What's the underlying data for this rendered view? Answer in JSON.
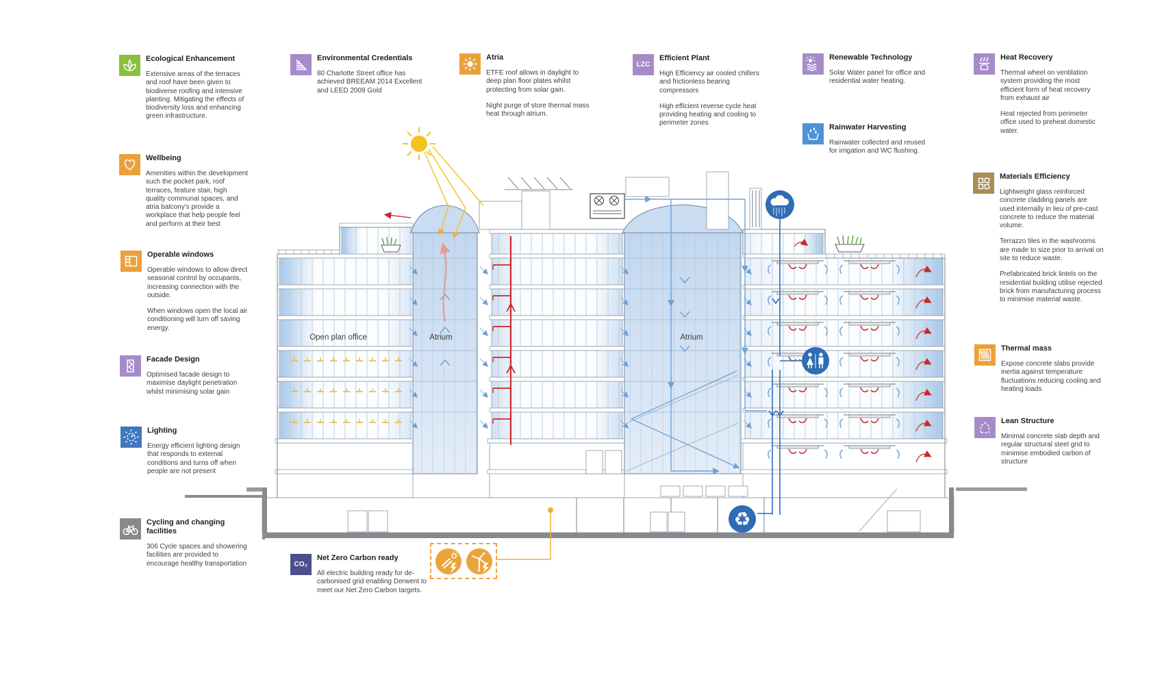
{
  "panels": {
    "ecological": {
      "title": "Ecological Enhancement",
      "p1": "Extensive areas of the terraces and roof have been given to biodiverse roofing and intensive planting. Mitigating the effects of biodiversity loss and enhancing green infrastructure."
    },
    "wellbeing": {
      "title": "Wellbeing",
      "p1": "Amenities within the development such the pocket park, roof terraces, feature stair, high quality communal spaces, and atria balcony's provide a workplace that help people feel and perform at their best"
    },
    "operable_windows": {
      "title": "Operable windows",
      "p1": "Operable windows to allow direct seasonal control by occupants, increasing connection with the outside.",
      "p2": "When windows open the local air conditioning will turn  off saving energy."
    },
    "facade_design": {
      "title": "Facade Design",
      "p1": "Optimised facade design to maximise daylight penetration whilst minimising solar gain"
    },
    "lighting": {
      "title": "Lighting",
      "p1": "Energy efficient lighting design  that responds to external conditions and turns off when people are not present"
    },
    "cycling": {
      "title": "Cycling and changing facilities",
      "p1": "306 Cycle spaces and showering facilities are provided to encourage healthy transportation"
    },
    "environmental_credentials": {
      "title": "Environmental Credentials",
      "p1": "80 Charlotte Street office has achieved BREEAM 2014 Excellent  and LEED 2009 Gold"
    },
    "atria": {
      "title": "Atria",
      "p1": "ETFE roof allows in daylight to deep plan floor plates whilst protecting from solar gain.",
      "p2": "Night purge of store thermal mass heat through atrium."
    },
    "efficient_plant": {
      "title": "Efficient Plant",
      "icon_label": "LZC",
      "p1": "High Efficiency air cooled chillers and frictionless bearing compressors",
      "p2": "High efficient reverse cycle heat  providing heating and cooling to perimeter zones"
    },
    "renewable_technology": {
      "title": "Renewable Technology",
      "p1": "Solar Water panel for office and residential water heating."
    },
    "rainwater_harvesting": {
      "title": "Rainwater Harvesting",
      "p1": "Rainwater collected and reused for irrigation and WC flushing."
    },
    "heat_recovery": {
      "title": "Heat Recovery",
      "p1": "Thermal wheel on ventilation system providing the most efficient form of heat recovery from exhaust air",
      "p2": "Heat rejected from perimeter office used to preheat domestic water."
    },
    "materials_efficiency": {
      "title": "Materials Efficiency",
      "p1": "Lightweight glass reinforced concrete cladding panels are used internally in lieu of pre-cast concrete to reduce the material volume.",
      "p2": "Terrazzo tiles in the washrooms are made to size prior to arrival on site to reduce waste.",
      "p3": "Prefabricated brick lintels on the residential building utilise rejected brick from manufacturing process to minimise material waste."
    },
    "thermal_mass": {
      "title": "Thermal mass",
      "p1": "Expose concrete slabs provide inertia against temperature fluctuations reducing cooling and heating loads"
    },
    "lean_structure": {
      "title": "Lean Structure",
      "p1": "Minimal concrete slab depth and regular structural steel grid to minimise embodied carbon of structure"
    },
    "net_zero": {
      "title": "Net Zero Carbon ready",
      "icon_label": "CO₂",
      "p1": "All electric building ready for de-carbonised grid enabling Derwent to meet our Net Zero Carbon targets."
    }
  },
  "building": {
    "open_plan_label": "Open plan office",
    "atrium_left_label": "Atrium",
    "atrium_right_label": "Atrium"
  },
  "colors": {
    "green": "#8bbf3d",
    "orange": "#e9a13b",
    "purple": "#a68bc9",
    "blue": "#3f78be",
    "light_blue": "#4f92d6",
    "gray": "#87898c",
    "tan": "#a98d55",
    "indigo": "#4b4f8e",
    "circle_blue": "#2e6cb5",
    "energy_orange": "#eaa43c",
    "red_pipe": "#cc2626",
    "yellow_sun": "#f4c31d",
    "glass_blue": "#a9c8e9"
  }
}
